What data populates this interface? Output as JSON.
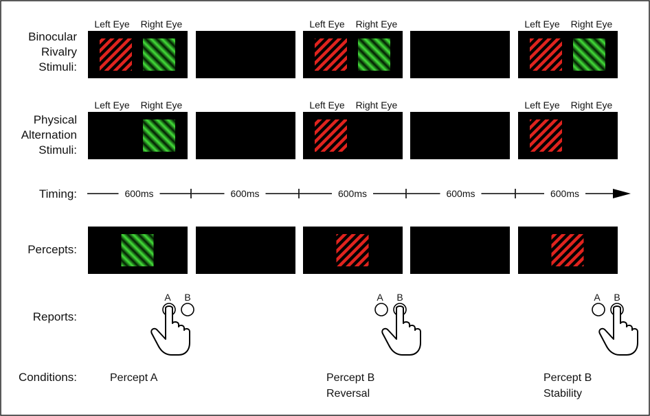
{
  "colors": {
    "screen": "#000000",
    "red_stripe": "#e0231e",
    "green_stripe": "#3fd23a",
    "border": "#222222"
  },
  "row_labels": {
    "binocular": [
      "Binocular",
      "Rivalry",
      "Stimuli:"
    ],
    "physical": [
      "Physical",
      "Alternation",
      "Stimuli:"
    ],
    "timing": "Timing:",
    "percepts": "Percepts:",
    "reports": "Reports:",
    "conditions": "Conditions:"
  },
  "eye_labels": {
    "left": "Left Eye",
    "right": "Right Eye"
  },
  "binocular_panels": [
    {
      "left": "red",
      "right": "green",
      "labels": true
    },
    {
      "left": "",
      "right": "",
      "labels": false
    },
    {
      "left": "red",
      "right": "green",
      "labels": true
    },
    {
      "left": "",
      "right": "",
      "labels": false
    },
    {
      "left": "red",
      "right": "green",
      "labels": true
    }
  ],
  "physical_panels": [
    {
      "left": "",
      "right": "green",
      "labels": true
    },
    {
      "left": "",
      "right": "",
      "labels": false
    },
    {
      "left": "red",
      "right": "",
      "labels": true
    },
    {
      "left": "",
      "right": "",
      "labels": false
    },
    {
      "left": "red",
      "right": "",
      "labels": true
    }
  ],
  "timing": {
    "intervals": [
      "600ms",
      "600ms",
      "600ms",
      "600ms",
      "600ms"
    ]
  },
  "percept_panels": [
    "green",
    "",
    "red",
    "",
    "red"
  ],
  "reports": [
    {
      "pressed": "A",
      "labels": [
        "A",
        "B"
      ]
    },
    {
      "pressed": "B",
      "labels": [
        "A",
        "B"
      ]
    },
    {
      "pressed": "B",
      "labels": [
        "A",
        "B"
      ]
    }
  ],
  "conditions": [
    [
      "Percept A"
    ],
    [
      "Percept B",
      "Reversal"
    ],
    [
      "Percept B",
      "Stability"
    ]
  ]
}
